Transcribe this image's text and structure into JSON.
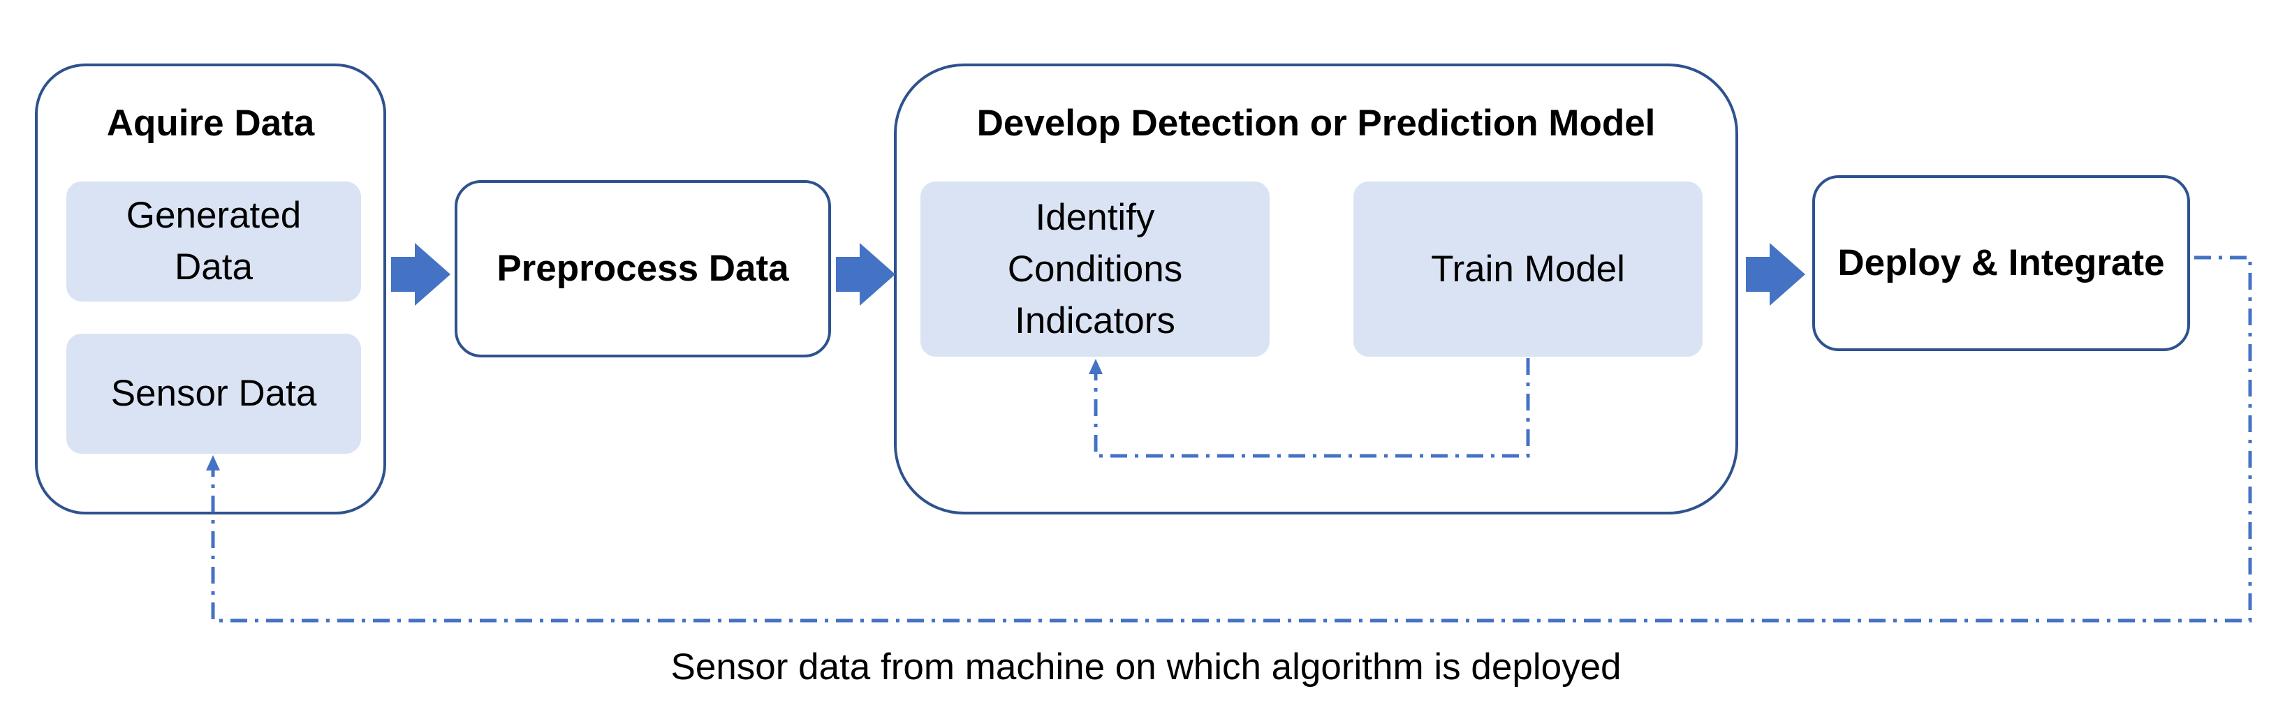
{
  "stages": {
    "acquire": {
      "title": "Aquire Data",
      "items": [
        "Generated Data",
        "Sensor Data"
      ]
    },
    "preprocess": {
      "title": "Preprocess Data"
    },
    "develop": {
      "title": "Develop Detection or Prediction Model",
      "items": [
        "Identify Conditions Indicators",
        "Train Model"
      ]
    },
    "deploy": {
      "title": "Deploy & Integrate"
    }
  },
  "feedback_caption": "Sensor data from machine on which algorithm is deployed",
  "colors": {
    "box_border": "#2f528f",
    "inner_fill": "#dae3f3",
    "arrow_fill": "#4472c4",
    "dashed_line": "#4472c4"
  }
}
